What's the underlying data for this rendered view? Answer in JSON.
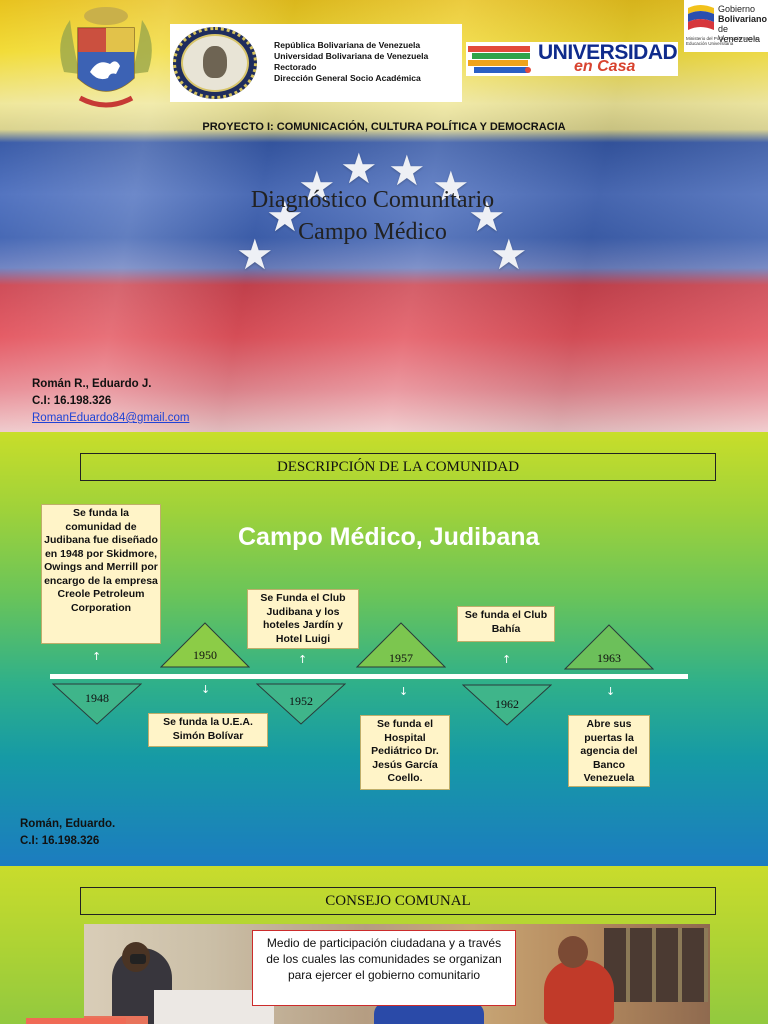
{
  "slide1": {
    "header_lines": [
      "República Bolivariana de Venezuela",
      "Universidad Bolivariana de Venezuela",
      "Rectorado",
      "Dirección General Socio Académica"
    ],
    "logo_uec_word": "UNIVERSIDAD",
    "logo_uec_sub": "en Casa",
    "gob_line1": "Gobierno",
    "gob_line2": "Bolivariano",
    "gob_line3": "de Venezuela",
    "gob_small": "Ministerio del Poder Popular para la Educación Universitaria",
    "project": "PROYECTO I: COMUNICACIÓN, CULTURA POLÍTICA Y DEMOCRACIA",
    "title_line1": "Diagnóstico Comunitario",
    "title_line2": "Campo Médico",
    "author_name": "Román R., Eduardo J.",
    "author_ci": "C.I: 16.198.326",
    "author_email": "RomanEduardo84@gmail.com",
    "colors": {
      "yellow": "#f2dc37",
      "blue": "#3f62b2",
      "red": "#e3525c"
    }
  },
  "slide2": {
    "header": "DESCRIPCIÓN DE LA COMUNIDAD",
    "title": "Campo Médico, Judibana",
    "timeline": [
      {
        "year": "1948",
        "text": "Se funda la comunidad de Judibana fue diseñado en 1948 por Skidmore, Owings and Merrill por encargo de la empresa Creole Petroleum Corporation"
      },
      {
        "year": "1950",
        "text": "Se funda la U.E.A. Simón Bolívar"
      },
      {
        "year": "1952",
        "text": "Se Funda el Club Judibana y los hoteles Jardín y Hotel Luigi"
      },
      {
        "year": "1957",
        "text": "Se funda el Hospital Pediátrico Dr. Jesús García Coello."
      },
      {
        "year": "1962",
        "text": "Se funda el Club Bahía"
      },
      {
        "year": "1963",
        "text": "Abre sus puertas la agencia del Banco Venezuela"
      }
    ],
    "author_name": "Román, Eduardo.",
    "author_ci": "C.I: 16.198.326"
  },
  "slide3": {
    "header": "CONSEJO COMUNAL",
    "callout": "Medio de participación ciudadana y a través de los cuales las comunidades se organizan para ejercer el gobierno comunitario"
  }
}
